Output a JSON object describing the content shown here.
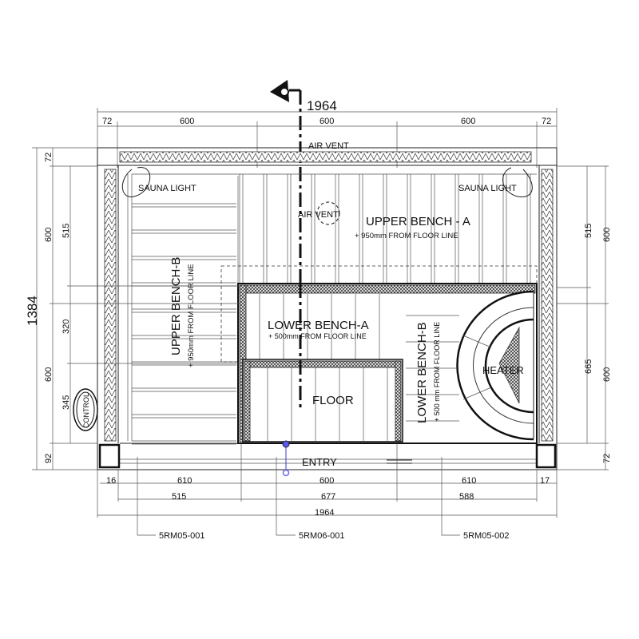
{
  "drawing": {
    "section_overall": "1964",
    "overall_height": "1384",
    "top_dims": [
      "72",
      "600",
      "600",
      "600",
      "72"
    ],
    "left_dims_outer": [
      "72",
      "600",
      "600",
      "92"
    ],
    "left_dims_inner": [
      "515",
      "320",
      "345"
    ],
    "right_dims_inner": [
      "515",
      "665"
    ],
    "right_dims_outer": [
      "600",
      "600",
      "72"
    ],
    "bottom_dims_row1": [
      "16",
      "610",
      "600",
      "610",
      "17"
    ],
    "bottom_dims_row2": [
      "515",
      "677",
      "588"
    ],
    "bottom_overall": "1964",
    "labels": {
      "air_vent_top": "AIR VENT",
      "air_vent_ceiling": "AIR VENT",
      "sauna_light_left": "SAUNA LIGHT",
      "sauna_light_right": "SAUNA LIGHT",
      "upper_bench_a": "UPPER BENCH - A",
      "upper_bench_a_height": "+ 950mm FROM  FLOOR LINE",
      "upper_bench_b": "UPPER BENCH-B",
      "upper_bench_b_height": "+ 950mm FROM  FLOOR LINE",
      "lower_bench_a": "LOWER BENCH-A",
      "lower_bench_a_height": "+ 500mm FROM  FLOOR LINE",
      "lower_bench_b": "LOWER BENCH-B",
      "lower_bench_b_height": "+ 500 mm FROM  FLOOR LINE",
      "heater": "HEATER",
      "floor": "FLOOR",
      "entry": "ENTRY",
      "control": "CONTROL"
    },
    "refs": [
      "5RM05-001",
      "5RM06-001",
      "5RM05-002"
    ],
    "handle_color": "#3a3ad0"
  }
}
